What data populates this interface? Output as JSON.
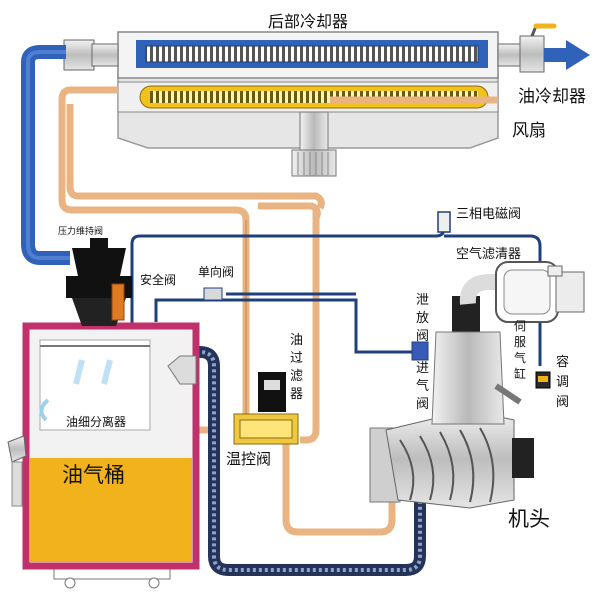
{
  "labels": {
    "rear_cooler": "后部冷却器",
    "oil_cooler": "油冷却器",
    "fan": "风扇",
    "pressure_valve": "压力维持阀",
    "safety_valve": "安全阀",
    "check_valve": "单向阀",
    "solenoid": "三相电磁阀",
    "air_filter": "空气滤清器",
    "vent_valve": [
      "泄",
      "放",
      "阀"
    ],
    "oil_filter": [
      "油",
      "过",
      "滤",
      "器"
    ],
    "intake_valve": [
      "进",
      "气",
      "阀"
    ],
    "servo_cylinder": [
      "伺",
      "服",
      "气",
      "缸"
    ],
    "capacity_valve": [
      "容",
      "调",
      "阀"
    ],
    "separator": "油细分离器",
    "oil_tank": "油气桶",
    "thermo_valve": "温控阀",
    "airend": "机头"
  },
  "colors": {
    "air_pipe": "#2f62b8",
    "oil_pipe": "#e9b482",
    "signal_line": "#1f3f7f",
    "tank_frame": "#c0306a",
    "oil": "#f2b21c",
    "cooler_frame": "#cfcfcf",
    "metal": "#9a9a9a"
  },
  "icons": [
    "fan-icon",
    "ball-valve-icon",
    "arrow-right-icon",
    "screw-rotor-icon"
  ]
}
